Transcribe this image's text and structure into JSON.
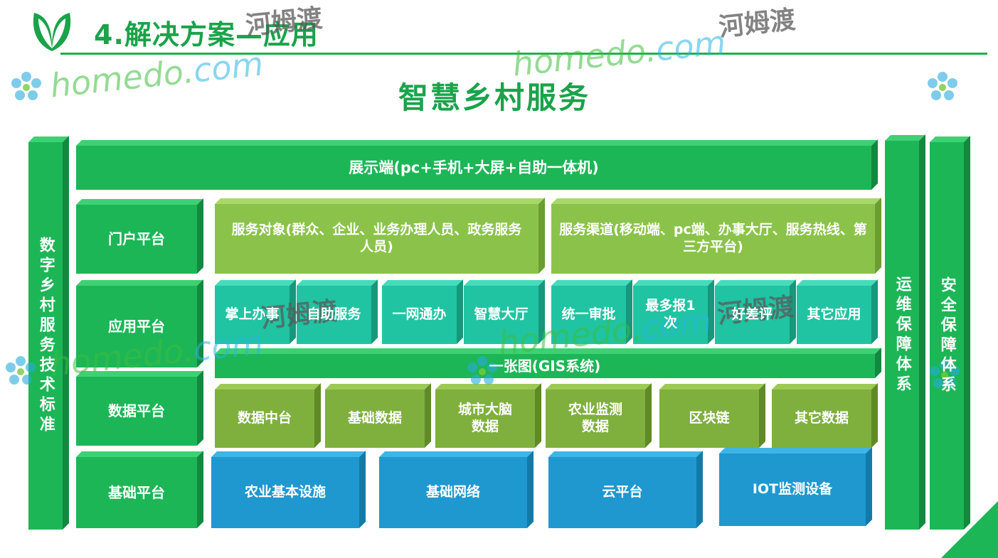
{
  "header": {
    "slide_title": "4.解决方案—应用",
    "main_title": "智慧乡村服务"
  },
  "left_pillar": {
    "label": "数字乡村服务技术标准"
  },
  "right_pillars": [
    {
      "label": "运维保障体系"
    },
    {
      "label": "安全保障体系"
    }
  ],
  "display_bar": {
    "label": "展示端(pc+手机+大屏+自助一体机)"
  },
  "layers": [
    {
      "label": "门户平台"
    },
    {
      "label": "应用平台"
    },
    {
      "label": "数据平台"
    },
    {
      "label": "基础平台"
    }
  ],
  "portal": [
    {
      "label": "服务对象(群众、企业、业务办理人员、政务服务人员)"
    },
    {
      "label": "服务渠道(移动端、pc端、办事大厅、服务热线、第三方平台)"
    }
  ],
  "apps": [
    {
      "label": "掌上办事"
    },
    {
      "label": "自助服务"
    },
    {
      "label": "一网通办"
    },
    {
      "label": "智慧大厅"
    },
    {
      "label": "统一审批"
    },
    {
      "label": "最多报1次"
    },
    {
      "label": "好差评"
    },
    {
      "label": "其它应用"
    }
  ],
  "gis_bar": {
    "label": "一张图(GIS系统)"
  },
  "data_blocks": [
    {
      "label": "数据中台"
    },
    {
      "label": "基础数据"
    },
    {
      "label": "城市大脑数据"
    },
    {
      "label": "农业监测数据"
    },
    {
      "label": "区块链"
    },
    {
      "label": "其它数据"
    }
  ],
  "infra_blocks": [
    {
      "label": "农业基本设施"
    },
    {
      "label": "基础网络"
    },
    {
      "label": "云平台"
    },
    {
      "label": "IOT监测设备"
    }
  ],
  "watermarks": {
    "brand_en_1": "homedo.",
    "brand_en_2": "com",
    "brand_cn": "河姆渡"
  },
  "colors": {
    "brand_green": "#1db657",
    "light_green": "#8bc34a",
    "teal": "#20c4a2",
    "blue": "#1f98cf"
  }
}
